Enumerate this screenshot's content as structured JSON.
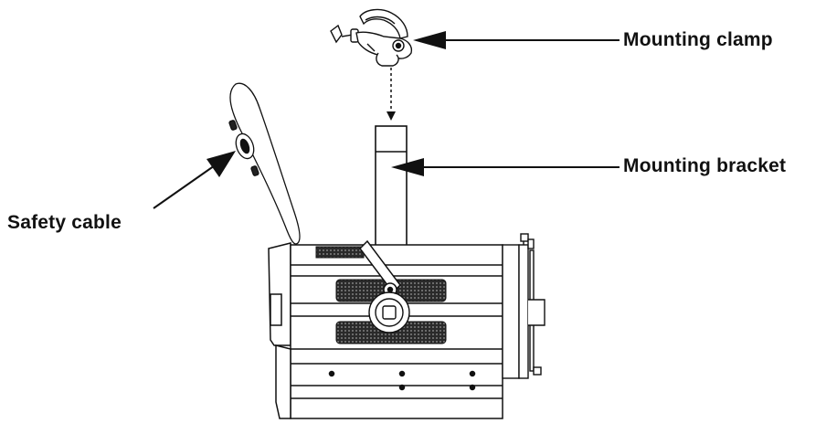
{
  "callouts": {
    "mounting_clamp": "Mounting clamp",
    "mounting_bracket": "Mounting bracket",
    "safety_cable": "Safety cable"
  },
  "colors": {
    "line": "#111111",
    "fill": "#ffffff",
    "grille": "#2a2a2a"
  }
}
